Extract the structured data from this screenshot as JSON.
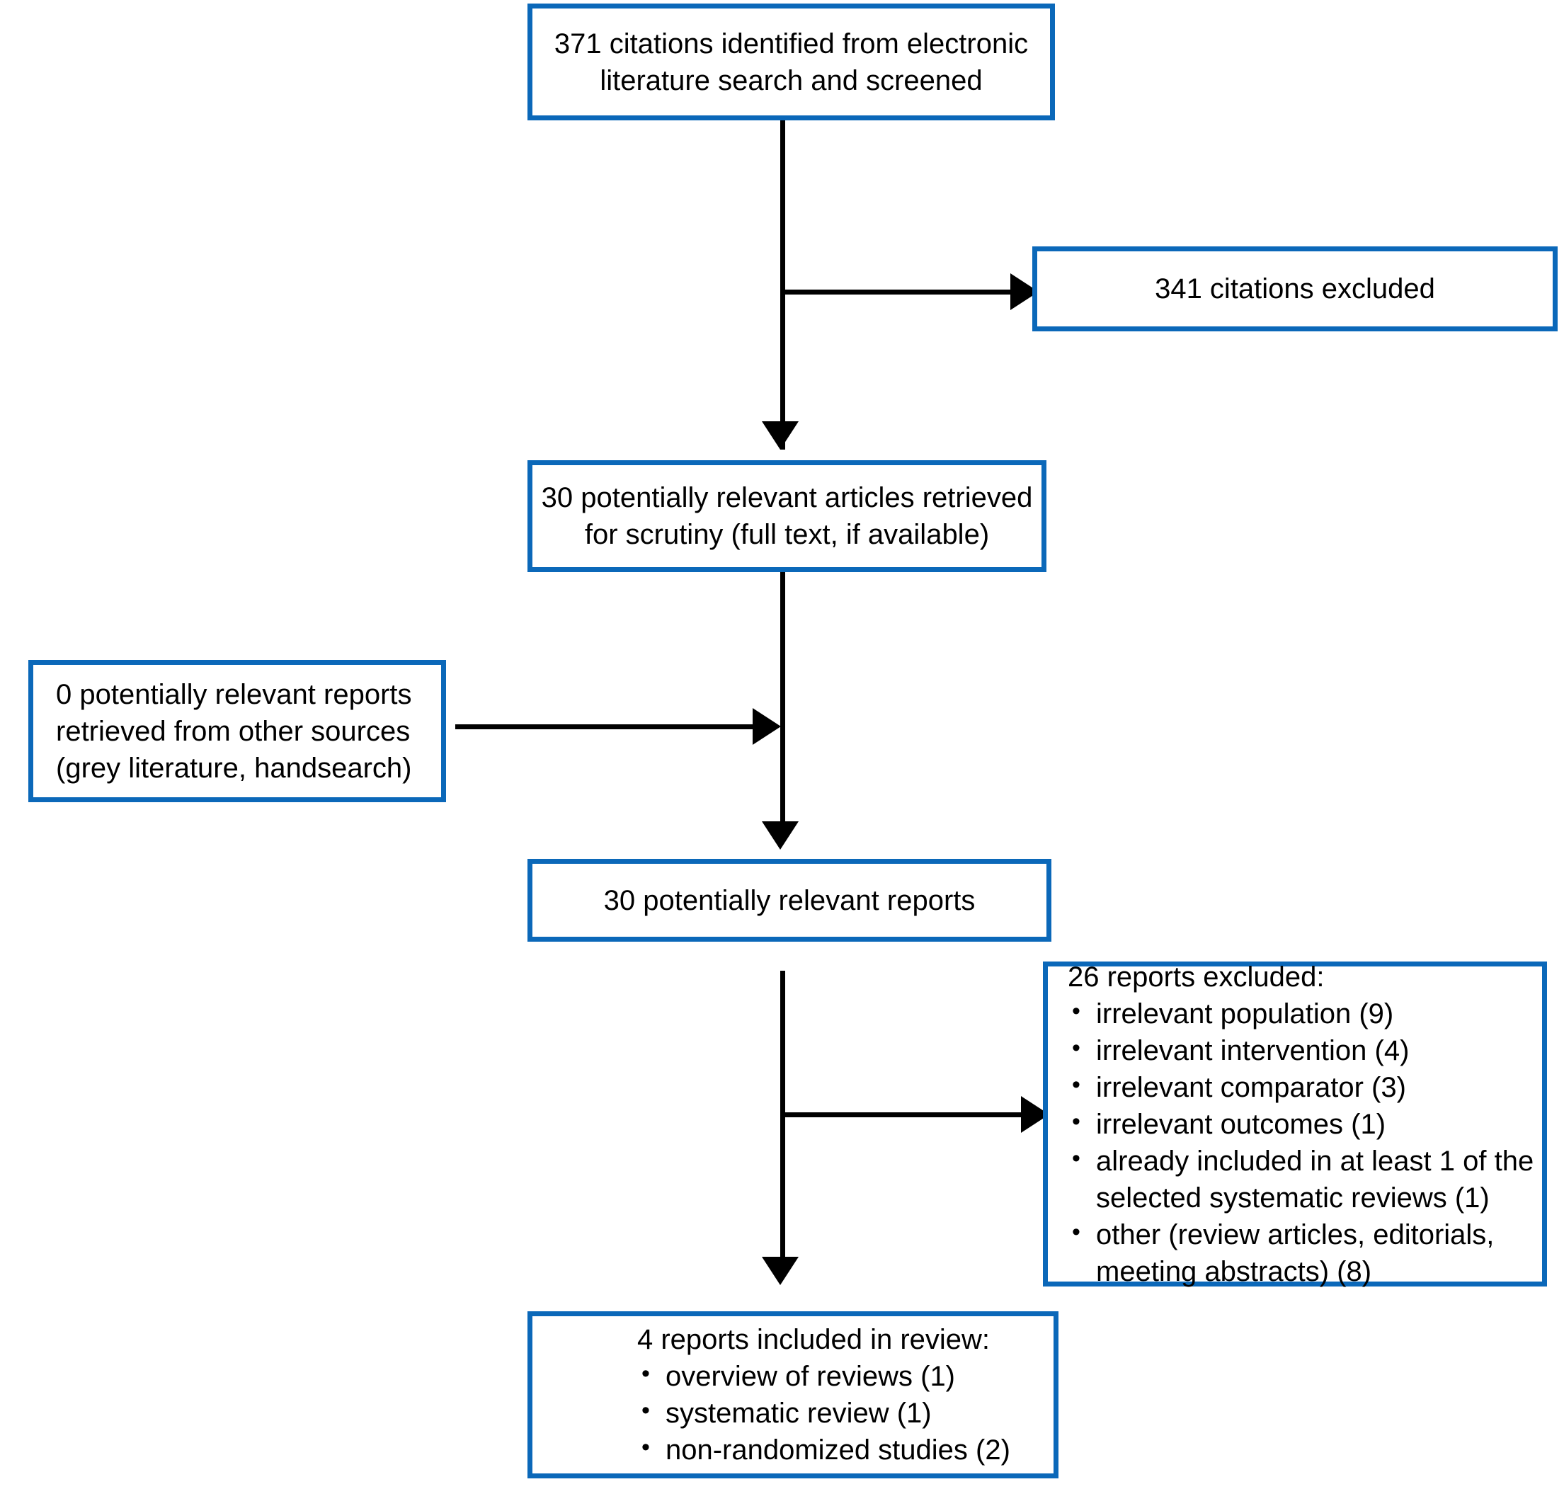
{
  "diagram": {
    "type": "prisma-flow-diagram",
    "accent_color": "#0b68b9",
    "line_color": "#000000",
    "background": "#ffffff",
    "nodes": {
      "identified": {
        "text": "371 citations identified from electronic\nliterature search and screened",
        "count": 371
      },
      "citations_excluded": {
        "text": "341 citations excluded",
        "count": 341
      },
      "retrieved_for_scrutiny": {
        "text": "30 potentially relevant articles retrieved\nfor scrutiny (full text, if available)",
        "count": 30
      },
      "other_sources": {
        "text": "0 potentially relevant reports\nretrieved from other sources\n(grey literature, handsearch)",
        "count": 0
      },
      "relevant_reports": {
        "text": "30 potentially relevant reports",
        "count": 30
      },
      "reports_excluded": {
        "heading": "26 reports excluded:",
        "count": 26,
        "items": [
          "irrelevant population (9)",
          "irrelevant intervention (4)",
          "irrelevant comparator (3)",
          "irrelevant outcomes (1)",
          "already included in at least 1 of the selected systematic reviews (1)",
          "other (review articles, editorials, meeting abstracts) (8)"
        ]
      },
      "included": {
        "heading": "4 reports included in review:",
        "count": 4,
        "items": [
          "overview of reviews (1)",
          "systematic review (1)",
          "non-randomized studies (2)"
        ]
      }
    }
  }
}
